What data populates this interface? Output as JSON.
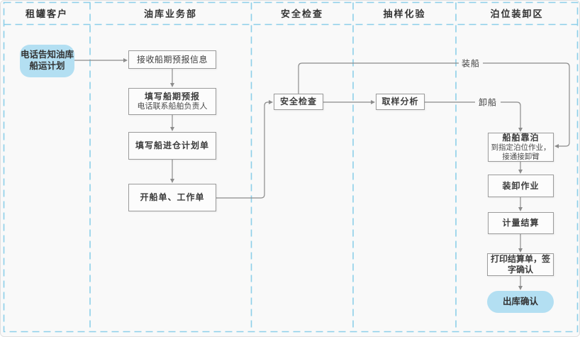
{
  "colors": {
    "background": "#f9f9f9",
    "lane_dash": "#8ccfe9",
    "box_border": "#9b9b9b",
    "box_fill": "#fcfcfc",
    "accent_fill": "#b3dff2",
    "connector": "#8c8c8c",
    "text": "#3d3d3d"
  },
  "lanes": [
    {
      "label": "租罐客户"
    },
    {
      "label": "油库业务部"
    },
    {
      "label": "安全检查"
    },
    {
      "label": "抽样化验"
    },
    {
      "label": "泊位装卸区"
    }
  ],
  "nodes": {
    "start": {
      "line1": "电话告知油库",
      "line2": "船运计划"
    },
    "receive_forecast": {
      "label": "接收船期预报信息"
    },
    "fill_forecast": {
      "title": "填写船期预报",
      "subtitle": "电话联系船舶负责人"
    },
    "fill_entry_plan": {
      "label": "填写船进仓计划单"
    },
    "open_orders": {
      "label": "开船单、工作单"
    },
    "safety_check": {
      "label": "安全检查"
    },
    "sampling_analysis": {
      "label": "取样分析"
    },
    "berthing": {
      "title": "船舶靠泊",
      "subtitle1": "到指定泊位作业，",
      "subtitle2": "接通接卸臂"
    },
    "loading_ops": {
      "label": "装卸作业"
    },
    "measurement_settlement": {
      "label": "计量结算"
    },
    "print_sign": {
      "line1": "打印结算单，签",
      "line2": "字确认"
    },
    "end": {
      "label": "出库确认"
    }
  },
  "edge_labels": {
    "loading": "装船",
    "unloading": "卸船"
  }
}
